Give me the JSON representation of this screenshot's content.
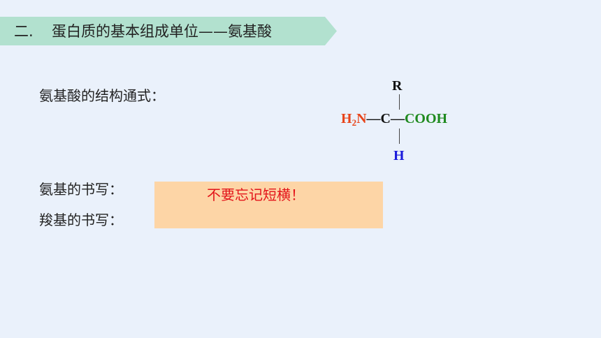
{
  "header": {
    "number": "二.",
    "title": "蛋白质的基本组成单位——氨基酸"
  },
  "labels": {
    "structure_formula": "氨基酸的结构通式：",
    "amino_group": "氨基的书写：",
    "carboxyl_group": "羧基的书写："
  },
  "formula": {
    "r_group": "R",
    "amino": "H",
    "amino_sub": "2",
    "amino_n": "N",
    "bond_left": "—",
    "center": "C",
    "bond_right": "—",
    "carboxyl": "COOH",
    "hydrogen": "H",
    "colors": {
      "amino": "#e8441a",
      "carboxyl": "#1f8a1f",
      "hydrogen": "#1a1adb"
    }
  },
  "note": {
    "text": "不要忘记短横！",
    "color": "#e3141a",
    "background": "#fdd5a6"
  }
}
